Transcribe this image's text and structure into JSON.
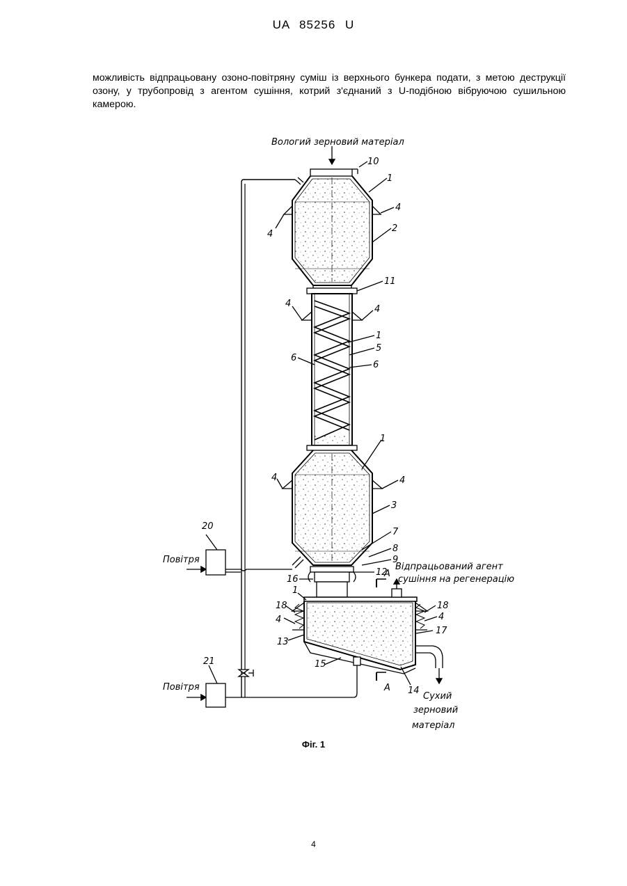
{
  "header": {
    "patent_id": "UA   85256   U"
  },
  "body_text": "можливість відпрацьовану озоно-повітряну суміш із верхнього бункера подати, з метою деструкції озону, у трубопровід з агентом сушіння, котрий з'єднаний з U-подібною вібруючою сушильною камерою.",
  "figure": {
    "caption": "Фіг. 1",
    "labels": {
      "wet_input": "Вологий зерновий матеріал",
      "air_top": "Повітря",
      "air_bottom": "Повітря",
      "exhaust_line1": "Відпрацьований агент",
      "exhaust_line2": "сушіння на регенерацію",
      "dry_line1": "Сухий",
      "dry_line2": "зерновий",
      "dry_line3": "матеріал",
      "section_top": "А",
      "section_bottom": "А"
    },
    "callouts": {
      "n10": "10",
      "n1a": "1",
      "n4a": "4",
      "n4b": "4",
      "n2": "2",
      "n11": "11",
      "n4c": "4",
      "n4d": "4",
      "n1b": "1",
      "n5": "5",
      "n6a": "6",
      "n6b": "6",
      "n1c": "1",
      "n4e": "4",
      "n4f": "4",
      "n3": "3",
      "n7": "7",
      "n8": "8",
      "n9": "9",
      "n20": "20",
      "n16": "16",
      "n12": "12",
      "n1d": "1",
      "n18a": "18",
      "n4g": "4",
      "n13": "13",
      "n18b": "18",
      "n4h": "4",
      "n17": "17",
      "n21": "21",
      "n15": "15",
      "n14": "14"
    }
  },
  "page_number": "4"
}
